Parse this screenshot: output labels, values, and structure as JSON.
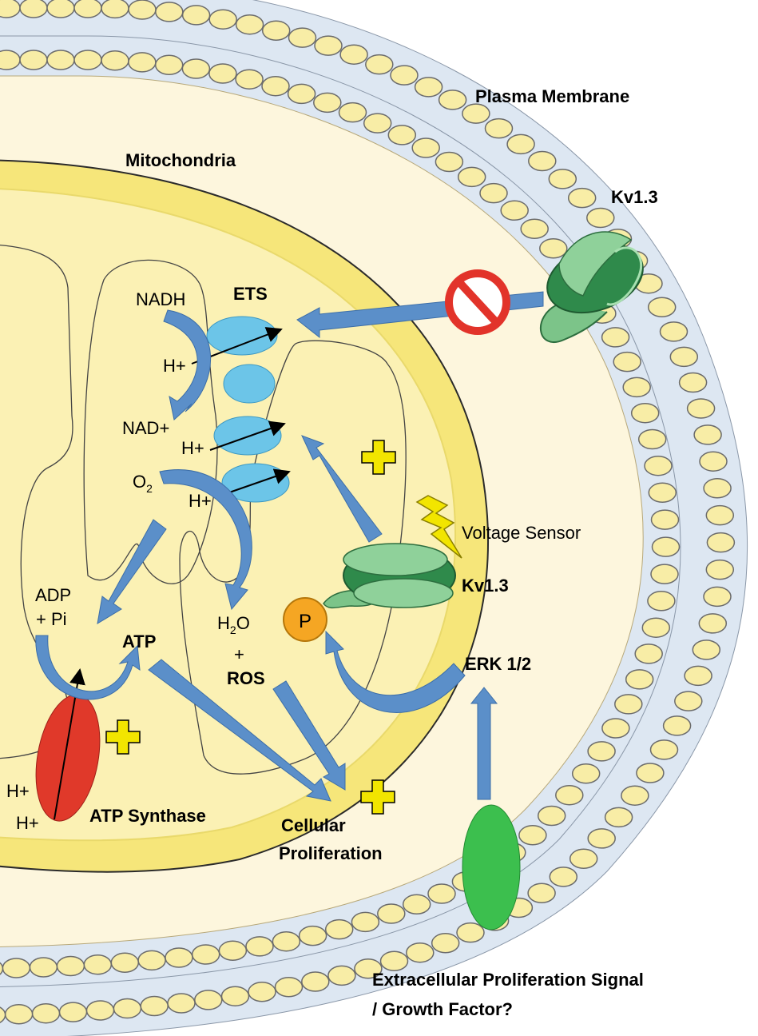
{
  "labels": {
    "plasma_membrane": "Plasma Membrane",
    "mitochondria": "Mitochondria",
    "kv13_top": "Kv1.3",
    "kv13_mito": "Kv1.3",
    "ets": "ETS",
    "nadh": "NADH",
    "nad_plus": "NAD+",
    "h_plus_1": "H+",
    "h_plus_2": "H+",
    "h_plus_3": "H+",
    "o2_main": "O",
    "o2_sub": "2",
    "h2o_main": "H",
    "h2o_sub": "2",
    "h2o_tail": "O",
    "plus_sign": "+",
    "ros": "ROS",
    "adp_line1": "ADP",
    "adp_line2": "+ Pi",
    "atp": "ATP",
    "atp_synthase": "ATP Synthase",
    "h_plus_synth_1": "H+",
    "h_plus_synth_2": "H+",
    "voltage_sensor": "Voltage Sensor",
    "phospho": "P",
    "erk": "ERK 1/2",
    "cellular_line1": "Cellular",
    "cellular_line2": "Proliferation",
    "signal_line1": "Extracellular Proliferation Signal",
    "signal_line2": "/ Growth Factor?"
  },
  "colors": {
    "membrane_head": "#f8eda6",
    "membrane_water": "#dde7f2",
    "cytoplasm": "#fdf6dd",
    "mito_outer": "#f6e67a",
    "mito_matrix": "#fbf1b4",
    "arrow_blue": "#5b8fc9",
    "ets_blue": "#6cc5e8",
    "kv_green": "#3a9d5d",
    "synthase_red": "#e0392a",
    "gf_green": "#3cbf4e",
    "plus_yellow": "#f2e500",
    "phospho_orange": "#f5a623",
    "no_sign_red": "#e2332a"
  },
  "icons": [
    "no-entry-icon",
    "lightning-bolt-icon",
    "plus-sign-icon"
  ]
}
